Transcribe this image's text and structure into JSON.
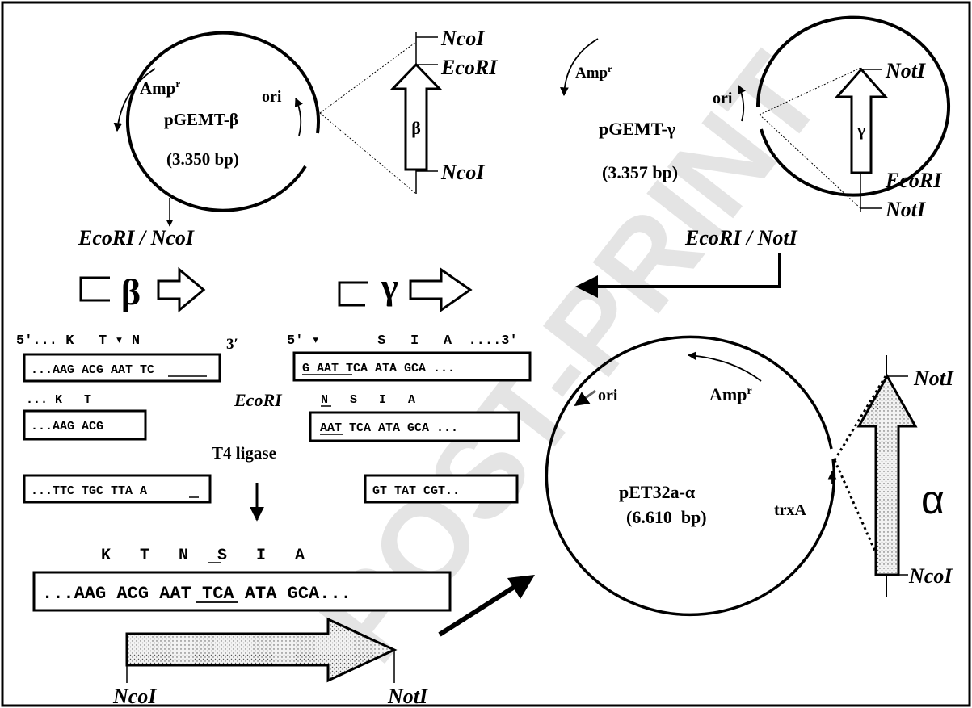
{
  "plasmid_beta": {
    "name": "pGEMT-β",
    "size": "(3.350 bp)",
    "marker_main": "Amp",
    "marker_sup": "r",
    "ori": "ori"
  },
  "plasmid_gamma": {
    "name": "pGEMT-γ",
    "size": "(3.357 bp)",
    "marker_main": "Amp",
    "marker_sup": "r",
    "ori": "ori"
  },
  "plasmid_alpha": {
    "name": "pET32a-α",
    "size": "(6.610  bp)",
    "marker_main": "Amp",
    "marker_sup": "r",
    "ori": "ori",
    "trx": "trxA"
  },
  "beta_insert": {
    "label": "β",
    "site_top": "NcoI",
    "site_mid": "EcoRI",
    "site_bottom": "NcoI"
  },
  "gamma_insert": {
    "label": "γ",
    "site_top": "NotI",
    "site_mid": "EcoRI",
    "site_bottom": "NotI"
  },
  "alpha_insert": {
    "label": "α",
    "site_top": "NotI",
    "site_bottom": "NcoI"
  },
  "digest_beta": "EcoRI / NcoI",
  "digest_gamma": "EcoRI / NotI",
  "frag_beta_label": "β",
  "frag_gamma_label": "γ",
  "beta_seq": {
    "head": "5′... K   T ▾ N",
    "three": "3′",
    "box1": "...AAG ACG AAT TC",
    "aa2": "... K   T",
    "box2": "...AAG ACG",
    "box3": "...TTC TGC TTA A"
  },
  "gamma_seq": {
    "head": "5′ ▾       S   I   A  ....3′",
    "box1": "G AAT TCA ATA GCA ...",
    "aa2": "N   S   I   A",
    "box2": "AAT TCA ATA GCA ...",
    "box3": "GT TAT CGT.."
  },
  "enzyme": "EcoRI",
  "ligase": "T4 ligase",
  "product": {
    "aa": "K   T   N   S   I   A",
    "seq": "...AAG ACG AAT TCA ATA GCA..."
  },
  "fusion": {
    "left": "NcoI",
    "right": "NotI"
  },
  "watermark": "POST-PRINT"
}
